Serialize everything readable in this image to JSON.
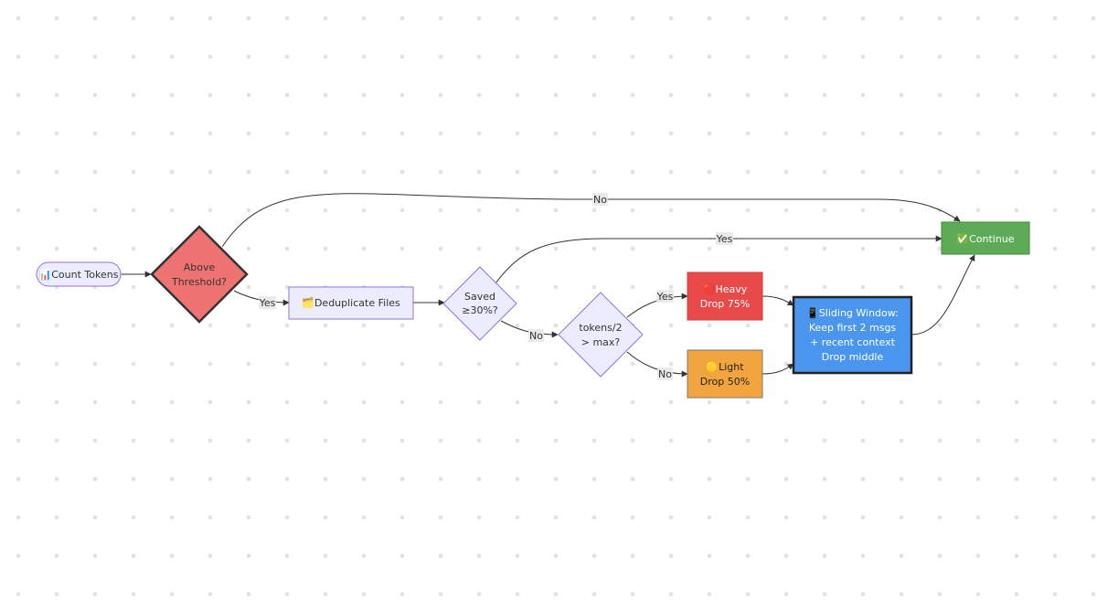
{
  "nodes": {
    "count_tokens": {
      "icon": "📊",
      "label": "Count Tokens"
    },
    "above_threshold": {
      "lines": [
        "Above",
        "Threshold?"
      ]
    },
    "dedupe": {
      "icon": "🗂️",
      "label": "Deduplicate Files"
    },
    "saved": {
      "lines": [
        "Saved",
        "≥30%?"
      ]
    },
    "tokens_half": {
      "lines": [
        "tokens/2",
        "> max?"
      ]
    },
    "heavy": {
      "icon": "🔴",
      "label": "Heavy",
      "line2": "Drop 75%"
    },
    "light": {
      "icon": "🟡",
      "label": "Light",
      "line2": "Drop 50%"
    },
    "sliding": {
      "icon": "📱",
      "label": "Sliding Window:",
      "lines": [
        "Keep first 2 msgs",
        "+ recent context",
        "Drop middle"
      ]
    },
    "continue": {
      "icon": "✅",
      "label": "Continue"
    }
  },
  "edges": {
    "above_no": "No",
    "above_yes": "Yes",
    "saved_yes": "Yes",
    "saved_no": "No",
    "tokens_yes": "Yes",
    "tokens_no": "No"
  },
  "colors": {
    "count_tokens_fill": "#ECECFF",
    "count_tokens_stroke": "#9370DB",
    "above_fill": "#F07373",
    "above_stroke": "#333333",
    "dedupe_fill": "#ECECFF",
    "dedupe_stroke": "#9370DB",
    "heavy_fill": "#E84A4A",
    "light_fill": "#F2A53F",
    "sliding_fill": "#4A96EE",
    "continue_fill": "#5DAA57",
    "edge": "#333333"
  }
}
